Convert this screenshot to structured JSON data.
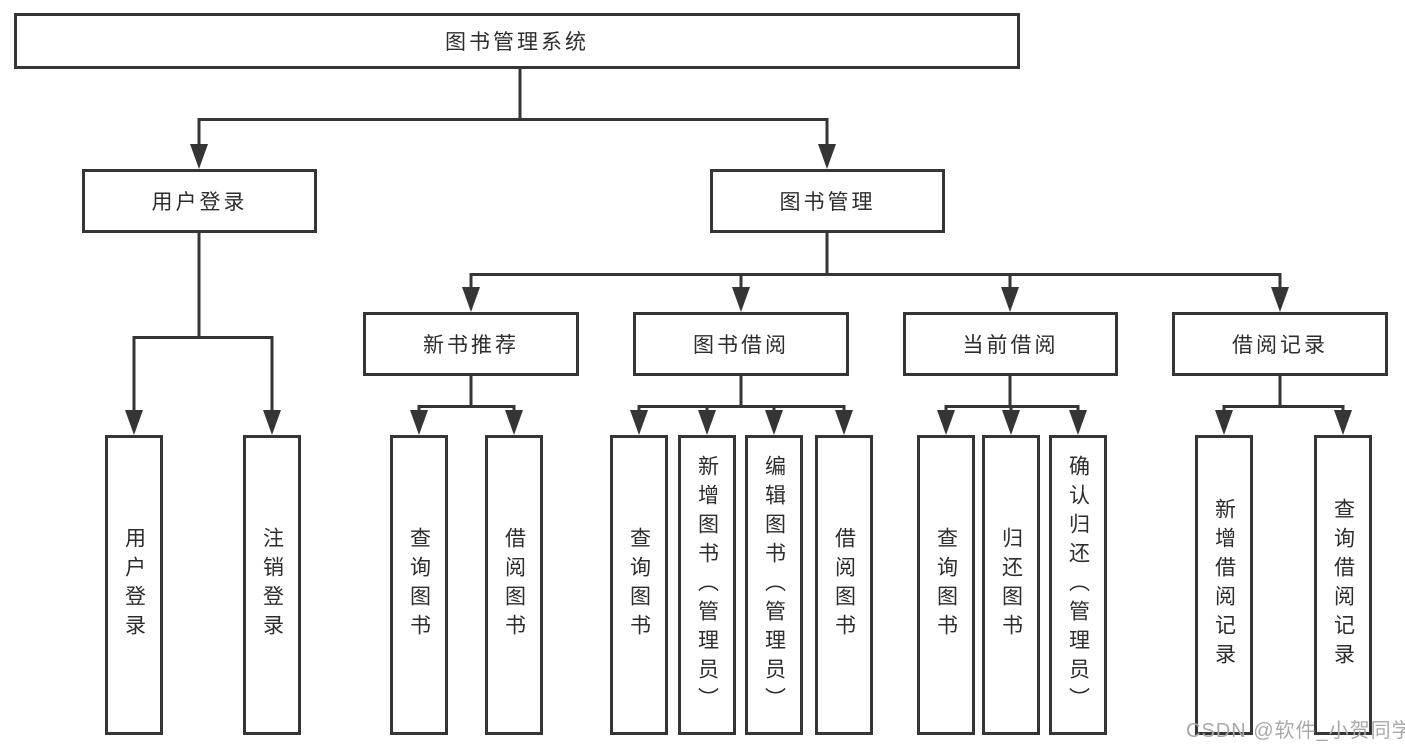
{
  "colors": {
    "line": "#353535",
    "text": "#2d2d2d",
    "watermark": "#a9a9a9",
    "background": "#ffffff"
  },
  "watermark": "CSDN @软件_小贺同学",
  "tree": {
    "root": {
      "label": "图书管理系统"
    },
    "branches": [
      {
        "label": "用户登录",
        "children": [
          {
            "label": "用户登录"
          },
          {
            "label": "注销登录"
          }
        ]
      },
      {
        "label": "图书管理",
        "sections": [
          {
            "label": "新书推荐",
            "children": [
              {
                "label": "查询图书"
              },
              {
                "label": "借阅图书"
              }
            ]
          },
          {
            "label": "图书借阅",
            "children": [
              {
                "label": "查询图书"
              },
              {
                "label": "新增图书（管理员）"
              },
              {
                "label": "编辑图书（管理员）"
              },
              {
                "label": "借阅图书"
              }
            ]
          },
          {
            "label": "当前借阅",
            "children": [
              {
                "label": "查询图书"
              },
              {
                "label": "归还图书"
              },
              {
                "label": "确认归还（管理员）"
              }
            ]
          },
          {
            "label": "借阅记录",
            "children": [
              {
                "label": "新增借阅记录"
              },
              {
                "label": "查询借阅记录"
              }
            ]
          }
        ]
      }
    ]
  }
}
